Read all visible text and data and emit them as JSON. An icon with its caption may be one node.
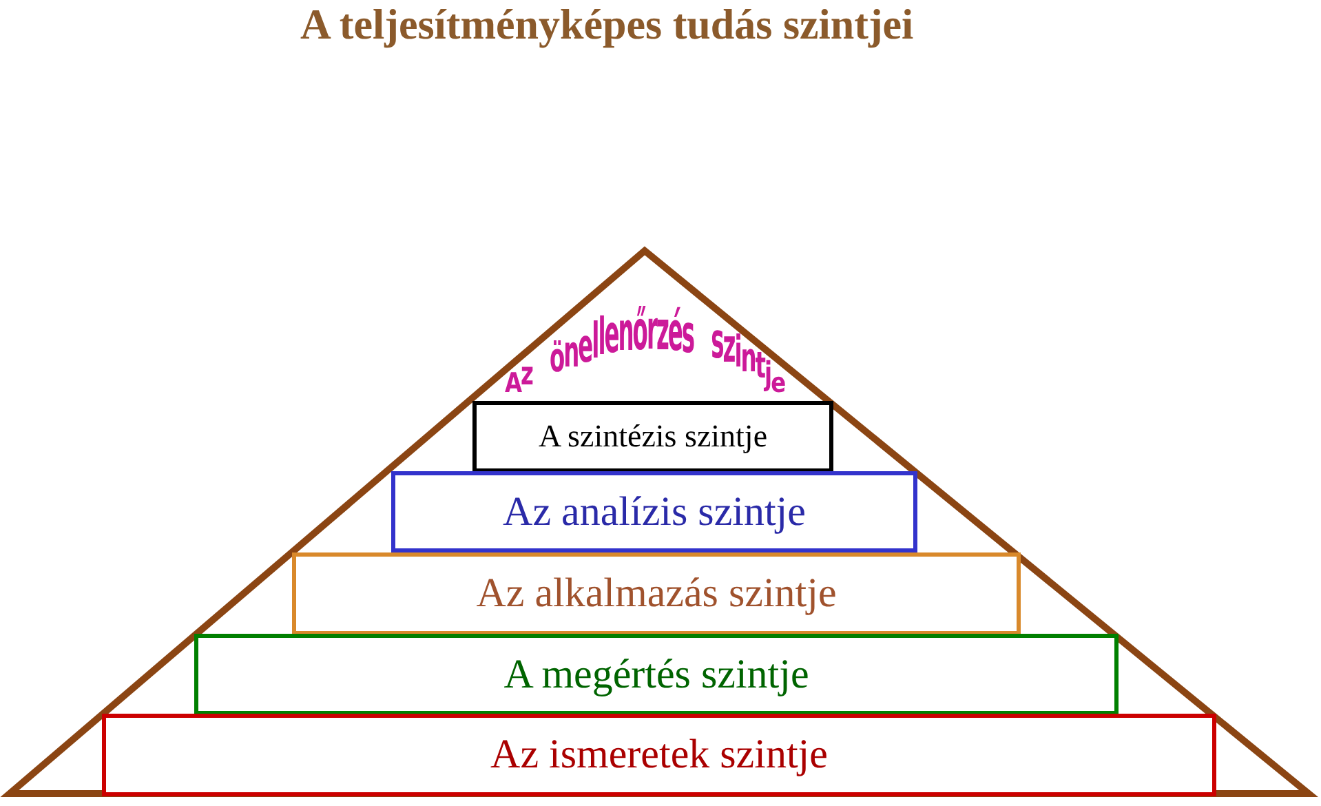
{
  "diagram": {
    "title": "A teljesítményképes tudás szintjei",
    "nodes": [
      {
        "text": [
          "Az önellenőrzés szintje"
        ]
      },
      {
        "text": [
          "A szintézis szintje"
        ],
        "in": 0
      },
      {
        "text": [
          "Az analízis szintje"
        ],
        "in": 0
      },
      {
        "text": [
          "Az alkalmazás szintje"
        ],
        "in": 0
      },
      {
        "text": [
          "A megértés szintje"
        ],
        "in": 0
      },
      {
        "text": [
          "Az ismeretek szintje"
        ],
        "in": 0
      }
    ]
  }
}
